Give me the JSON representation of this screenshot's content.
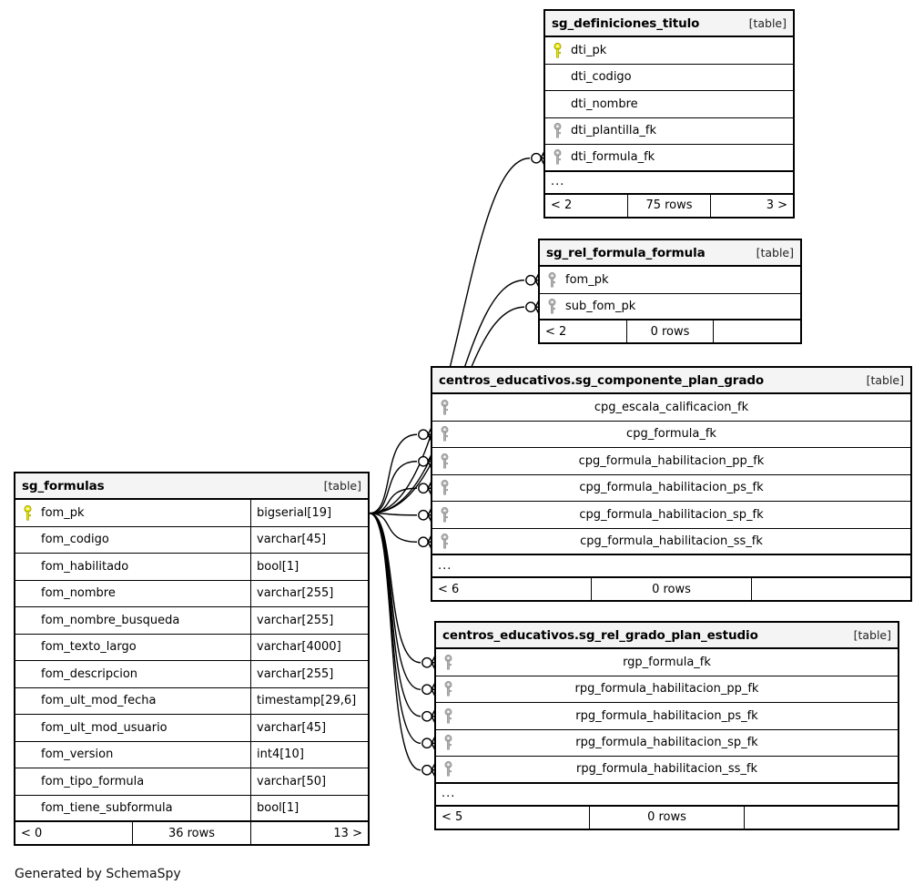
{
  "diagram": {
    "generator_text": "Generated by SchemaSpy",
    "table_tag": "[table]",
    "ellipsis": "...",
    "icons": {
      "primary_key": "key-icon-primary",
      "foreign_key": "key-icon-foreign"
    },
    "colors": {
      "primary_key": "#e8e800",
      "foreign_key": "#b0b0b0",
      "header_background": "#f4f4f4",
      "border": "#000000",
      "canvas": "#ffffff",
      "edge": "#000000"
    }
  },
  "tables": [
    {
      "id": "sg_formulas",
      "name": "sg_formulas",
      "tag": "[table]",
      "layout": "left",
      "columns": [
        {
          "name": "fom_pk",
          "type": "bigserial[19]",
          "key": "primary_key"
        },
        {
          "name": "fom_codigo",
          "type": "varchar[45]",
          "key": "none"
        },
        {
          "name": "fom_habilitado",
          "type": "bool[1]",
          "key": "none"
        },
        {
          "name": "fom_nombre",
          "type": "varchar[255]",
          "key": "none"
        },
        {
          "name": "fom_nombre_busqueda",
          "type": "varchar[255]",
          "key": "none"
        },
        {
          "name": "fom_texto_largo",
          "type": "varchar[4000]",
          "key": "none"
        },
        {
          "name": "fom_descripcion",
          "type": "varchar[255]",
          "key": "none"
        },
        {
          "name": "fom_ult_mod_fecha",
          "type": "timestamp[29,6]",
          "key": "none"
        },
        {
          "name": "fom_ult_mod_usuario",
          "type": "varchar[45]",
          "key": "none"
        },
        {
          "name": "fom_version",
          "type": "int4[10]",
          "key": "none"
        },
        {
          "name": "fom_tipo_formula",
          "type": "varchar[50]",
          "key": "none"
        },
        {
          "name": "fom_tiene_subformula",
          "type": "bool[1]",
          "key": "none"
        }
      ],
      "has_ellipsis": false,
      "footer": {
        "left": "< 0",
        "middle": "36 rows",
        "right": "13 >"
      }
    },
    {
      "id": "sg_definiciones_titulo",
      "name": "sg_definiciones_titulo",
      "tag": "[table]",
      "layout": "left",
      "columns": [
        {
          "name": "dti_pk",
          "type": "",
          "key": "primary_key"
        },
        {
          "name": "dti_codigo",
          "type": "",
          "key": "none"
        },
        {
          "name": "dti_nombre",
          "type": "",
          "key": "none"
        },
        {
          "name": "dti_plantilla_fk",
          "type": "",
          "key": "foreign_key"
        },
        {
          "name": "dti_formula_fk",
          "type": "",
          "key": "foreign_key"
        }
      ],
      "has_ellipsis": true,
      "footer": {
        "left": "< 2",
        "middle": "75 rows",
        "right": "3 >"
      }
    },
    {
      "id": "sg_rel_formula_formula",
      "name": "sg_rel_formula_formula",
      "tag": "[table]",
      "layout": "left",
      "columns": [
        {
          "name": "fom_pk",
          "type": "",
          "key": "foreign_key"
        },
        {
          "name": "sub_fom_pk",
          "type": "",
          "key": "foreign_key"
        }
      ],
      "has_ellipsis": false,
      "footer": {
        "left": "< 2",
        "middle": "0 rows",
        "right": ""
      }
    },
    {
      "id": "sg_componente_plan_grado",
      "name": "centros_educativos.sg_componente_plan_grado",
      "tag": "[table]",
      "layout": "center",
      "columns": [
        {
          "name": "cpg_escala_calificacion_fk",
          "type": "",
          "key": "foreign_key"
        },
        {
          "name": "cpg_formula_fk",
          "type": "",
          "key": "foreign_key"
        },
        {
          "name": "cpg_formula_habilitacion_pp_fk",
          "type": "",
          "key": "foreign_key"
        },
        {
          "name": "cpg_formula_habilitacion_ps_fk",
          "type": "",
          "key": "foreign_key"
        },
        {
          "name": "cpg_formula_habilitacion_sp_fk",
          "type": "",
          "key": "foreign_key"
        },
        {
          "name": "cpg_formula_habilitacion_ss_fk",
          "type": "",
          "key": "foreign_key"
        }
      ],
      "has_ellipsis": true,
      "footer": {
        "left": "< 6",
        "middle": "0 rows",
        "right": ""
      }
    },
    {
      "id": "sg_rel_grado_plan_estudio",
      "name": "centros_educativos.sg_rel_grado_plan_estudio",
      "tag": "[table]",
      "layout": "center",
      "columns": [
        {
          "name": "rgp_formula_fk",
          "type": "",
          "key": "foreign_key"
        },
        {
          "name": "rpg_formula_habilitacion_pp_fk",
          "type": "",
          "key": "foreign_key"
        },
        {
          "name": "rpg_formula_habilitacion_ps_fk",
          "type": "",
          "key": "foreign_key"
        },
        {
          "name": "rpg_formula_habilitacion_sp_fk",
          "type": "",
          "key": "foreign_key"
        },
        {
          "name": "rpg_formula_habilitacion_ss_fk",
          "type": "",
          "key": "foreign_key"
        }
      ],
      "has_ellipsis": true,
      "footer": {
        "left": "< 5",
        "middle": "0 rows",
        "right": ""
      }
    }
  ],
  "relationships": [
    {
      "from_table": "sg_formulas",
      "from_column": "fom_pk",
      "to_table": "sg_definiciones_titulo",
      "to_column": "dti_formula_fk"
    },
    {
      "from_table": "sg_formulas",
      "from_column": "fom_pk",
      "to_table": "sg_rel_formula_formula",
      "to_column": "fom_pk"
    },
    {
      "from_table": "sg_formulas",
      "from_column": "fom_pk",
      "to_table": "sg_rel_formula_formula",
      "to_column": "sub_fom_pk"
    },
    {
      "from_table": "sg_formulas",
      "from_column": "fom_pk",
      "to_table": "sg_componente_plan_grado",
      "to_column": "cpg_formula_fk"
    },
    {
      "from_table": "sg_formulas",
      "from_column": "fom_pk",
      "to_table": "sg_componente_plan_grado",
      "to_column": "cpg_formula_habilitacion_pp_fk"
    },
    {
      "from_table": "sg_formulas",
      "from_column": "fom_pk",
      "to_table": "sg_componente_plan_grado",
      "to_column": "cpg_formula_habilitacion_ps_fk"
    },
    {
      "from_table": "sg_formulas",
      "from_column": "fom_pk",
      "to_table": "sg_componente_plan_grado",
      "to_column": "cpg_formula_habilitacion_sp_fk"
    },
    {
      "from_table": "sg_formulas",
      "from_column": "fom_pk",
      "to_table": "sg_componente_plan_grado",
      "to_column": "cpg_formula_habilitacion_ss_fk"
    },
    {
      "from_table": "sg_formulas",
      "from_column": "fom_pk",
      "to_table": "sg_rel_grado_plan_estudio",
      "to_column": "rgp_formula_fk"
    },
    {
      "from_table": "sg_formulas",
      "from_column": "fom_pk",
      "to_table": "sg_rel_grado_plan_estudio",
      "to_column": "rpg_formula_habilitacion_pp_fk"
    },
    {
      "from_table": "sg_formulas",
      "from_column": "fom_pk",
      "to_table": "sg_rel_grado_plan_estudio",
      "to_column": "rpg_formula_habilitacion_ps_fk"
    },
    {
      "from_table": "sg_formulas",
      "from_column": "fom_pk",
      "to_table": "sg_rel_grado_plan_estudio",
      "to_column": "rpg_formula_habilitacion_sp_fk"
    },
    {
      "from_table": "sg_formulas",
      "from_column": "fom_pk",
      "to_table": "sg_rel_grado_plan_estudio",
      "to_column": "rpg_formula_habilitacion_ss_fk"
    }
  ]
}
